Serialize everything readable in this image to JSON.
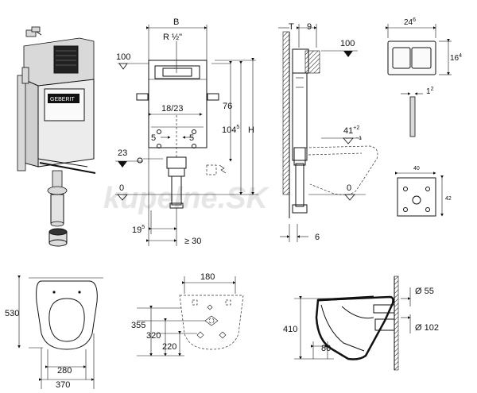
{
  "watermark": "kupelne.SK",
  "front_view": {
    "B": "B",
    "R": "R ½\"",
    "H": "H",
    "level_100": "100",
    "level_23": "23",
    "level_0": "0",
    "dim_76": "76",
    "dim_104": "104",
    "dim_104_sup": "5",
    "dim_18_23": "18/23",
    "dim_5_left": "5",
    "dim_5_right": "5",
    "dim_19": "19",
    "dim_19_sup": "5",
    "dim_ge30": "≥ 30"
  },
  "side_view": {
    "T": "T",
    "dim_9": "9",
    "level_100": "100",
    "dim_41": "41",
    "dim_41_sup": "+2",
    "dim_41_sub": "−1",
    "level_0": "0",
    "dim_6": "6"
  },
  "flush_plate": {
    "width": "24",
    "width_sup": "6",
    "height": "16",
    "height_sup": "4",
    "thickness": "1",
    "thickness_sup": "2"
  },
  "small_panel": {
    "width": "40",
    "height": "42"
  },
  "bowl_top": {
    "length": "530",
    "inner_width": "280",
    "outer_width": "370"
  },
  "bowl_rear": {
    "width": "180",
    "d355": "355",
    "d320": "320",
    "d220": "220"
  },
  "bowl_side": {
    "height": "410",
    "d80": "80",
    "pipe_small": "Ø 55",
    "pipe_large": "Ø 102"
  }
}
